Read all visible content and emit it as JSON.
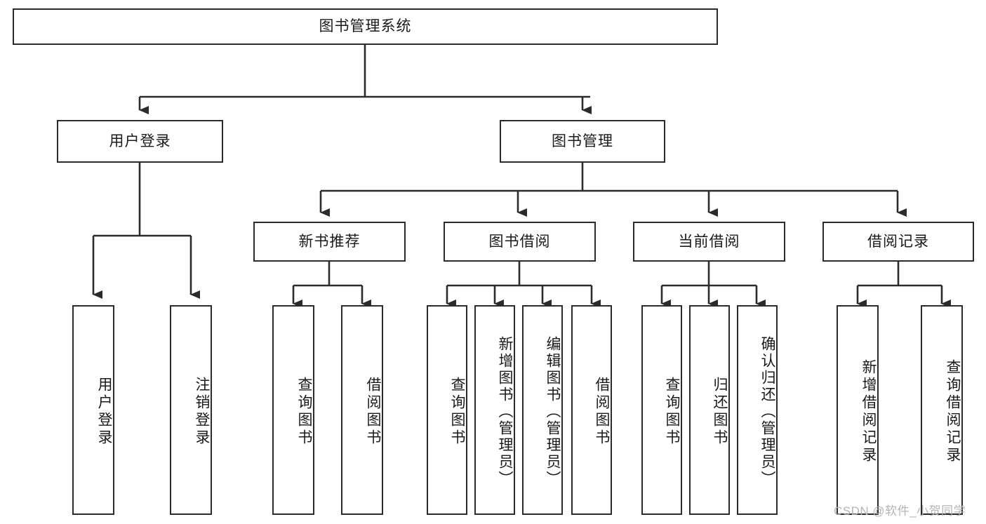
{
  "diagram": {
    "type": "tree-hierarchy-chart",
    "title": "图书管理系统",
    "root": {
      "label": "图书管理系统"
    },
    "level2": [
      {
        "id": "user-login",
        "label": "用户登录"
      },
      {
        "id": "book-management",
        "label": "图书管理"
      }
    ],
    "level3": [
      {
        "id": "new-book-recommend",
        "label": "新书推荐"
      },
      {
        "id": "book-borrow",
        "label": "图书借阅"
      },
      {
        "id": "current-borrow",
        "label": "当前借阅"
      },
      {
        "id": "borrow-record",
        "label": "借阅记录"
      }
    ],
    "leaves": {
      "user_login": [
        {
          "id": "leaf-user-login",
          "label": "用户登录"
        },
        {
          "id": "leaf-logout-login",
          "label": "注销登录"
        }
      ],
      "new_book_recommend": [
        {
          "id": "leaf-query-book-1",
          "label": "查询图书"
        },
        {
          "id": "leaf-borrow-book-1",
          "label": "借阅图书"
        }
      ],
      "book_borrow": [
        {
          "id": "leaf-query-book-2",
          "label": "查询图书"
        },
        {
          "id": "leaf-add-book",
          "label": "新增图书（管理员）"
        },
        {
          "id": "leaf-edit-book",
          "label": "编辑图书（管理员）"
        },
        {
          "id": "leaf-borrow-book-2",
          "label": "借阅图书"
        }
      ],
      "current_borrow": [
        {
          "id": "leaf-query-book-3",
          "label": "查询图书"
        },
        {
          "id": "leaf-return-book",
          "label": "归还图书"
        },
        {
          "id": "leaf-confirm-return",
          "label": "确认归还（管理员）"
        }
      ],
      "borrow_record": [
        {
          "id": "leaf-add-record",
          "label": "新增借阅记录"
        },
        {
          "id": "leaf-query-record",
          "label": "查询借阅记录"
        }
      ]
    }
  },
  "watermark": {
    "text": "CSDN @软件_小贺同学"
  },
  "colors": {
    "background": "#ffffff",
    "box_border": "#2b2b2b",
    "connector": "#2b2b2b",
    "text": "#1a1a1a",
    "watermark": "#b4b4b4"
  }
}
